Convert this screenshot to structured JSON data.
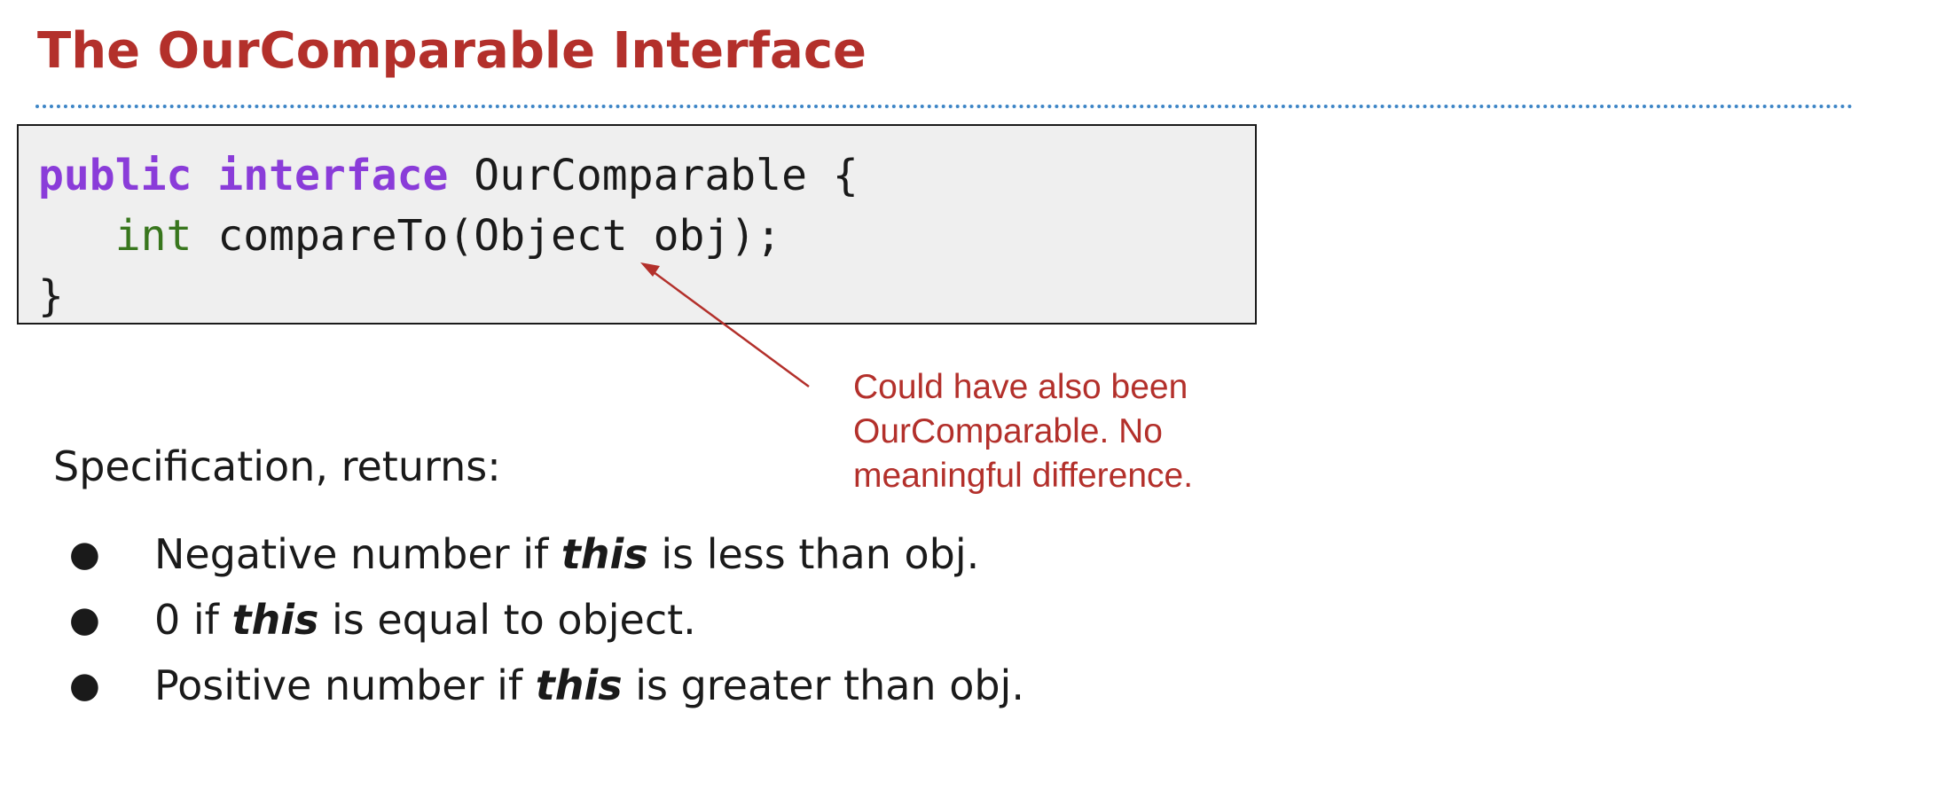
{
  "title": "The OurComparable Interface",
  "code": {
    "line1": {
      "kw_public": "public",
      "kw_interface": "interface",
      "name": "OurComparable",
      "brace_open": "{"
    },
    "line2": {
      "type": "int",
      "method": "compareTo(Object obj);"
    },
    "line3": {
      "brace_close": "}"
    }
  },
  "annotation": {
    "lines": [
      "Could have also been",
      "OurComparable. No",
      "meaningful difference."
    ]
  },
  "spec_heading": "Specification, returns:",
  "bullets": [
    {
      "symbol": "●",
      "before": "Negative number if ",
      "emphasis": "this",
      "after": " is less than obj."
    },
    {
      "symbol": "●",
      "before": "0 if ",
      "emphasis": "this",
      "after": " is equal to object."
    },
    {
      "symbol": "●",
      "before": "Positive number if ",
      "emphasis": "this",
      "after": " is greater than obj."
    }
  ],
  "colors": {
    "title": "#b3302b",
    "divider": "#3d85c6",
    "keyword": "#8a3cd9",
    "type": "#38761d",
    "annotation": "#b3302b",
    "code_background": "#efefef"
  }
}
